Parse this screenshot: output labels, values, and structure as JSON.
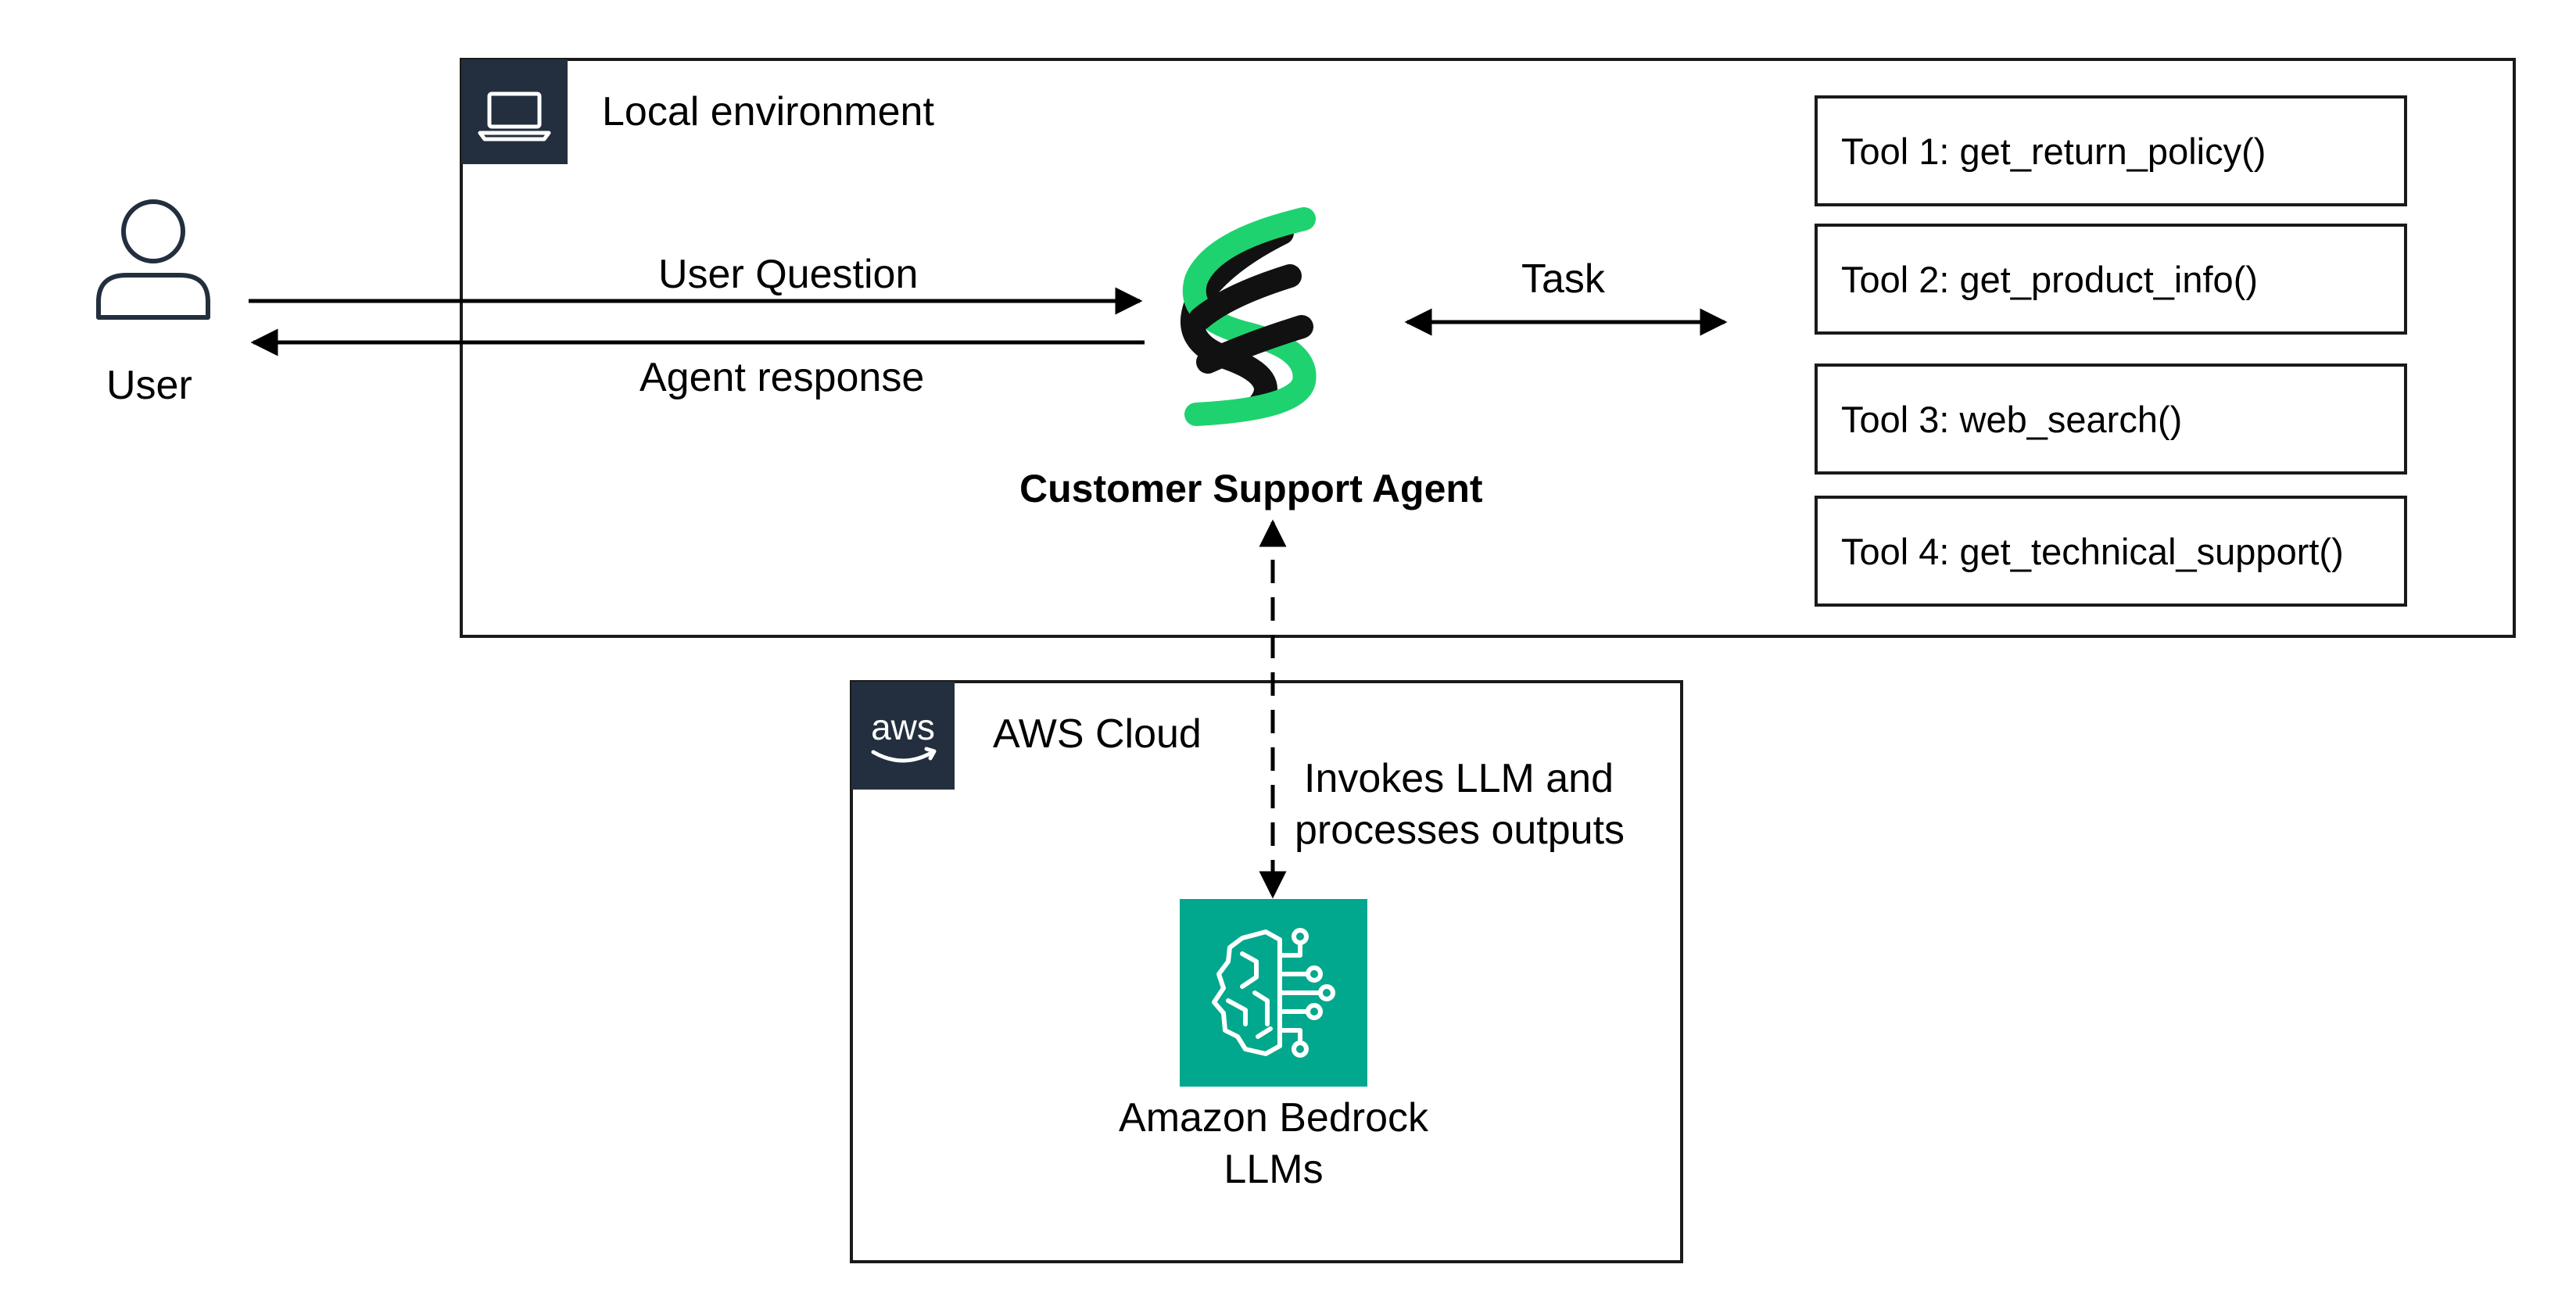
{
  "local_environment": {
    "title": "Local environment",
    "icon": "laptop-icon"
  },
  "aws_cloud": {
    "title": "AWS Cloud",
    "icon": "aws-logo-icon"
  },
  "user": {
    "label": "User",
    "icon": "user-icon"
  },
  "arrows": {
    "user_question": "User Question",
    "agent_response": "Agent response",
    "task": "Task",
    "invokes_line1": "Invokes LLM and",
    "invokes_line2": "processes outputs"
  },
  "agent": {
    "label": "Customer Support Agent",
    "icon": "strands-agents-logo-icon",
    "colors": {
      "green": "#1ed36f",
      "black": "#111111"
    }
  },
  "tools": [
    {
      "label": "Tool 1: get_return_policy()"
    },
    {
      "label": "Tool 2: get_product_info()"
    },
    {
      "label": "Tool 3: web_search()"
    },
    {
      "label": "Tool 4: get_technical_support()"
    }
  ],
  "bedrock": {
    "line1": "Amazon Bedrock",
    "line2": "LLMs",
    "icon": "bedrock-brain-icon",
    "color": "#01a88d"
  },
  "colors": {
    "badge": "#232f3e",
    "border": "#1a1a1a"
  }
}
